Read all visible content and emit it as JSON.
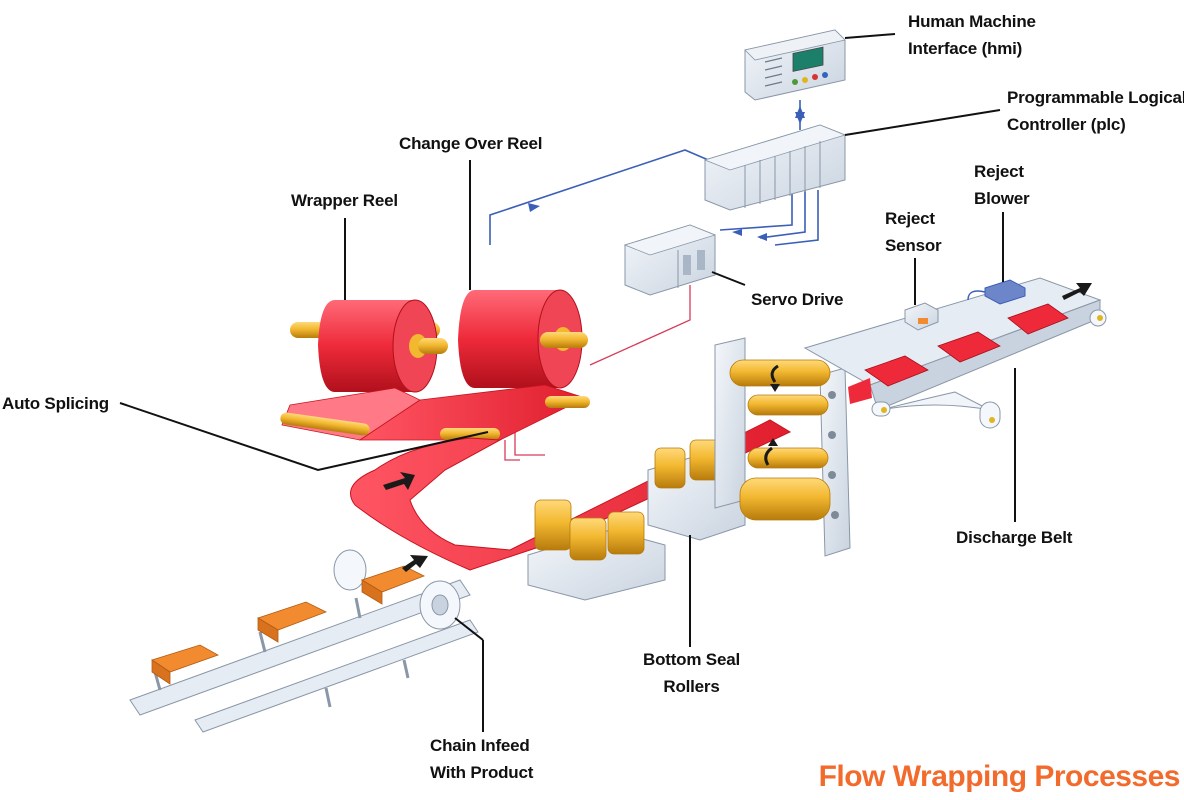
{
  "title": "Flow Wrapping Processes",
  "colors": {
    "title": "#f26b2d",
    "film": "#ee2a3a",
    "film_dark": "#c8141f",
    "roller": "#f2b830",
    "roller_dark": "#c98a10",
    "product": "#f28a30",
    "frame": "#dfe6ef",
    "frame_edge": "#8a97a8",
    "signal": "#3b5fb8",
    "wire": "#d83a5a"
  },
  "labels": {
    "hmi": [
      "Human Machine",
      "Interface (hmi)"
    ],
    "plc": [
      "Programmable Logical",
      "Controller (plc)"
    ],
    "change_over_reel": [
      "Change Over Reel"
    ],
    "wrapper_reel": [
      "Wrapper Reel"
    ],
    "reject_blower": [
      "Reject",
      "Blower"
    ],
    "reject_sensor": [
      "Reject",
      "Sensor"
    ],
    "servo_drive": [
      "Servo Drive"
    ],
    "auto_splicing": [
      "Auto Splicing"
    ],
    "discharge_belt": [
      "Discharge Belt"
    ],
    "bottom_seal_rollers": [
      "Bottom Seal",
      "Rollers"
    ],
    "chain_infeed": [
      "Chain Infeed",
      "With Product"
    ]
  }
}
